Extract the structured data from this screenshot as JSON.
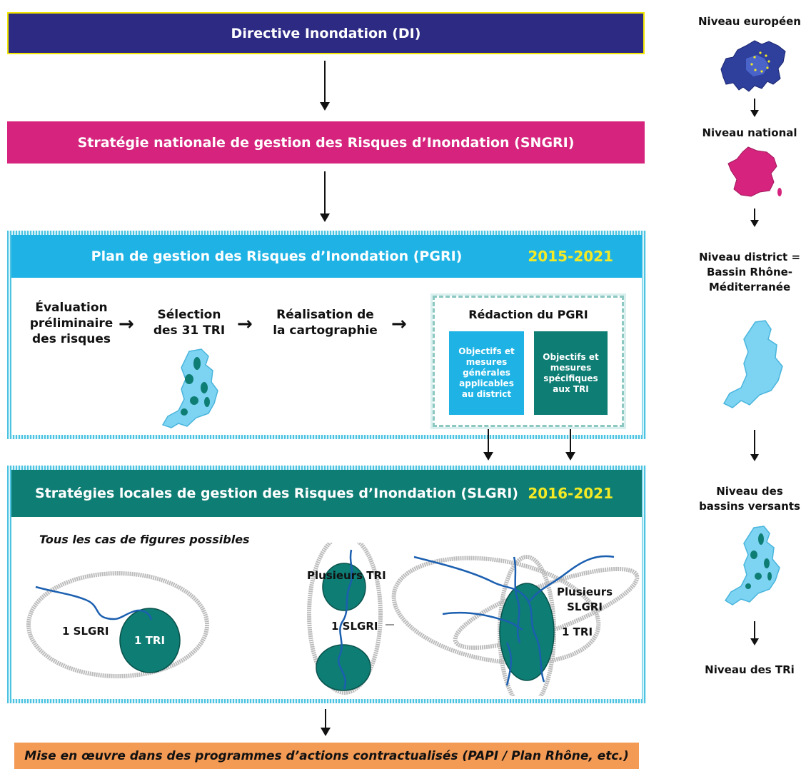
{
  "banners": {
    "di": "Directive Inondation (DI)",
    "sngri": "Stratégie nationale de gestion des Risques d’Inondation (SNGRI)",
    "mise_en_oeuvre": "Mise en œuvre dans des programmes d’actions contractualisés (PAPI / Plan Rhône, etc.)"
  },
  "pgri": {
    "title": "Plan de gestion des Risques d’Inondation (PGRI)",
    "years": "2015-2021",
    "steps": [
      "Évaluation\npréliminaire\ndes risques",
      "Sélection\ndes 31 TRI",
      "Réalisation de\nla cartographie"
    ],
    "redaction": {
      "title": "Rédaction du PGRI",
      "box_general": "Objectifs et mesures générales applicables au district",
      "box_specific": "Objectifs et mesures spécifiques aux TRI"
    }
  },
  "slgri": {
    "title": "Stratégies locales de gestion des Risques d’Inondation (SLGRI)",
    "years": "2016-2021",
    "subtitle": "Tous les cas de figures possibles",
    "case1": {
      "slgri": "1 SLGRI",
      "tri": "1 TRI"
    },
    "case2": {
      "tri": "Plusieurs TRI",
      "slgri": "1  SLGRI"
    },
    "case3": {
      "slgri": "Plusieurs\nSLGRI",
      "tri": "1 TRI"
    }
  },
  "levels": [
    "Niveau européen",
    "Niveau national",
    "Niveau district =\nBassin Rhône-\nMéditerranée",
    "Niveau des\nbassins versants",
    "Niveau des TRi"
  ],
  "colors": {
    "di": "#2d2a84",
    "sngri": "#d6237d",
    "pgri": "#1fb3e5",
    "slgri": "#0e7d74",
    "mise": "#f39a55",
    "years": "#f3ea25"
  },
  "icons": [
    "europe-map-icon",
    "france-map-icon",
    "district-map-icon",
    "basin-map-icon"
  ]
}
